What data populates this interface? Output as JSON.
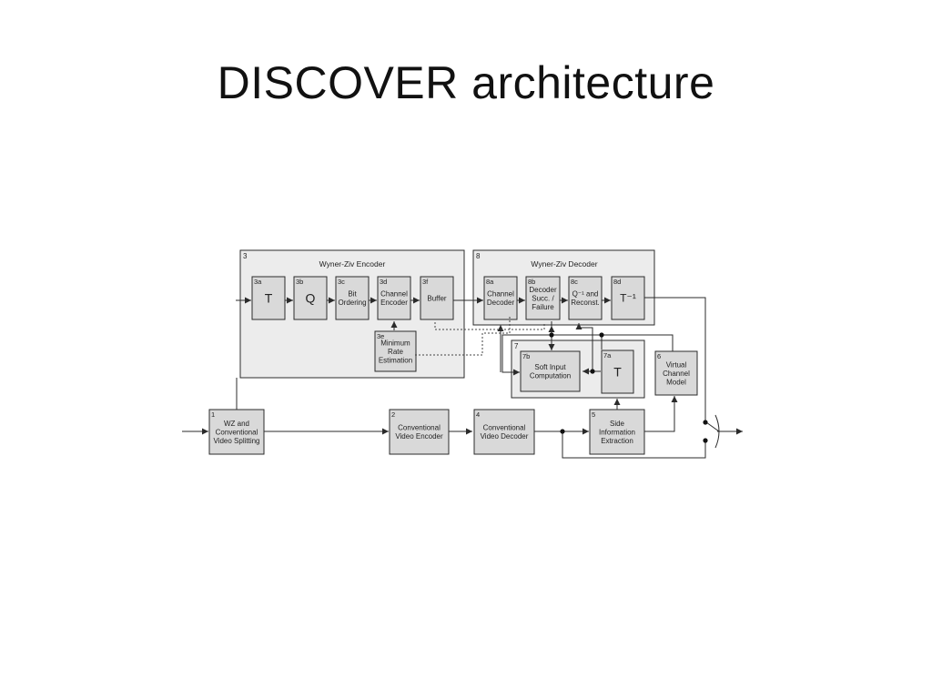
{
  "slide": {
    "title": "DISCOVER architecture"
  },
  "diagram": {
    "colors": {
      "group_fill": "#ececec",
      "block_fill": "#d9d9d9",
      "stroke": "#2b2b2b"
    },
    "groups": {
      "wz_encoder": {
        "id": "3",
        "label": "Wyner-Ziv Encoder"
      },
      "wz_decoder": {
        "id": "8",
        "label": "Wyner-Ziv Decoder"
      },
      "soft_group": {
        "id": "7"
      }
    },
    "blocks": {
      "b3a": {
        "id": "3a",
        "lines": [
          "T"
        ]
      },
      "b3b": {
        "id": "3b",
        "lines": [
          "Q"
        ]
      },
      "b3c": {
        "id": "3c",
        "lines": [
          "Bit",
          "Ordering"
        ]
      },
      "b3d": {
        "id": "3d",
        "lines": [
          "Channel",
          "Encoder"
        ]
      },
      "b3f": {
        "id": "3f",
        "lines": [
          "Buffer"
        ]
      },
      "b3e": {
        "id": "3e",
        "lines": [
          "Minimum",
          "Rate",
          "Estimation"
        ]
      },
      "b8a": {
        "id": "8a",
        "lines": [
          "Channel",
          "Decoder"
        ]
      },
      "b8b": {
        "id": "8b",
        "lines": [
          "Decoder",
          "Succ. /",
          "Failure"
        ]
      },
      "b8c": {
        "id": "8c",
        "lines": [
          "Q⁻¹ and",
          "Reconst."
        ]
      },
      "b8d": {
        "id": "8d",
        "lines": [
          "T⁻¹"
        ]
      },
      "b7b": {
        "id": "7b",
        "lines": [
          "Soft Input",
          "Computation"
        ]
      },
      "b7a": {
        "id": "7a",
        "lines": [
          "T"
        ]
      },
      "b6": {
        "id": "6",
        "lines": [
          "Virtual",
          "Channel",
          "Model"
        ]
      },
      "b1": {
        "id": "1",
        "lines": [
          "WZ and",
          "Conventional",
          "Video Splitting"
        ]
      },
      "b2": {
        "id": "2",
        "lines": [
          "Conventional",
          "Video Encoder"
        ]
      },
      "b4": {
        "id": "4",
        "lines": [
          "Conventional",
          "Video Decoder"
        ]
      },
      "b5": {
        "id": "5",
        "lines": [
          "Side",
          "Information",
          "Extraction"
        ]
      }
    }
  }
}
